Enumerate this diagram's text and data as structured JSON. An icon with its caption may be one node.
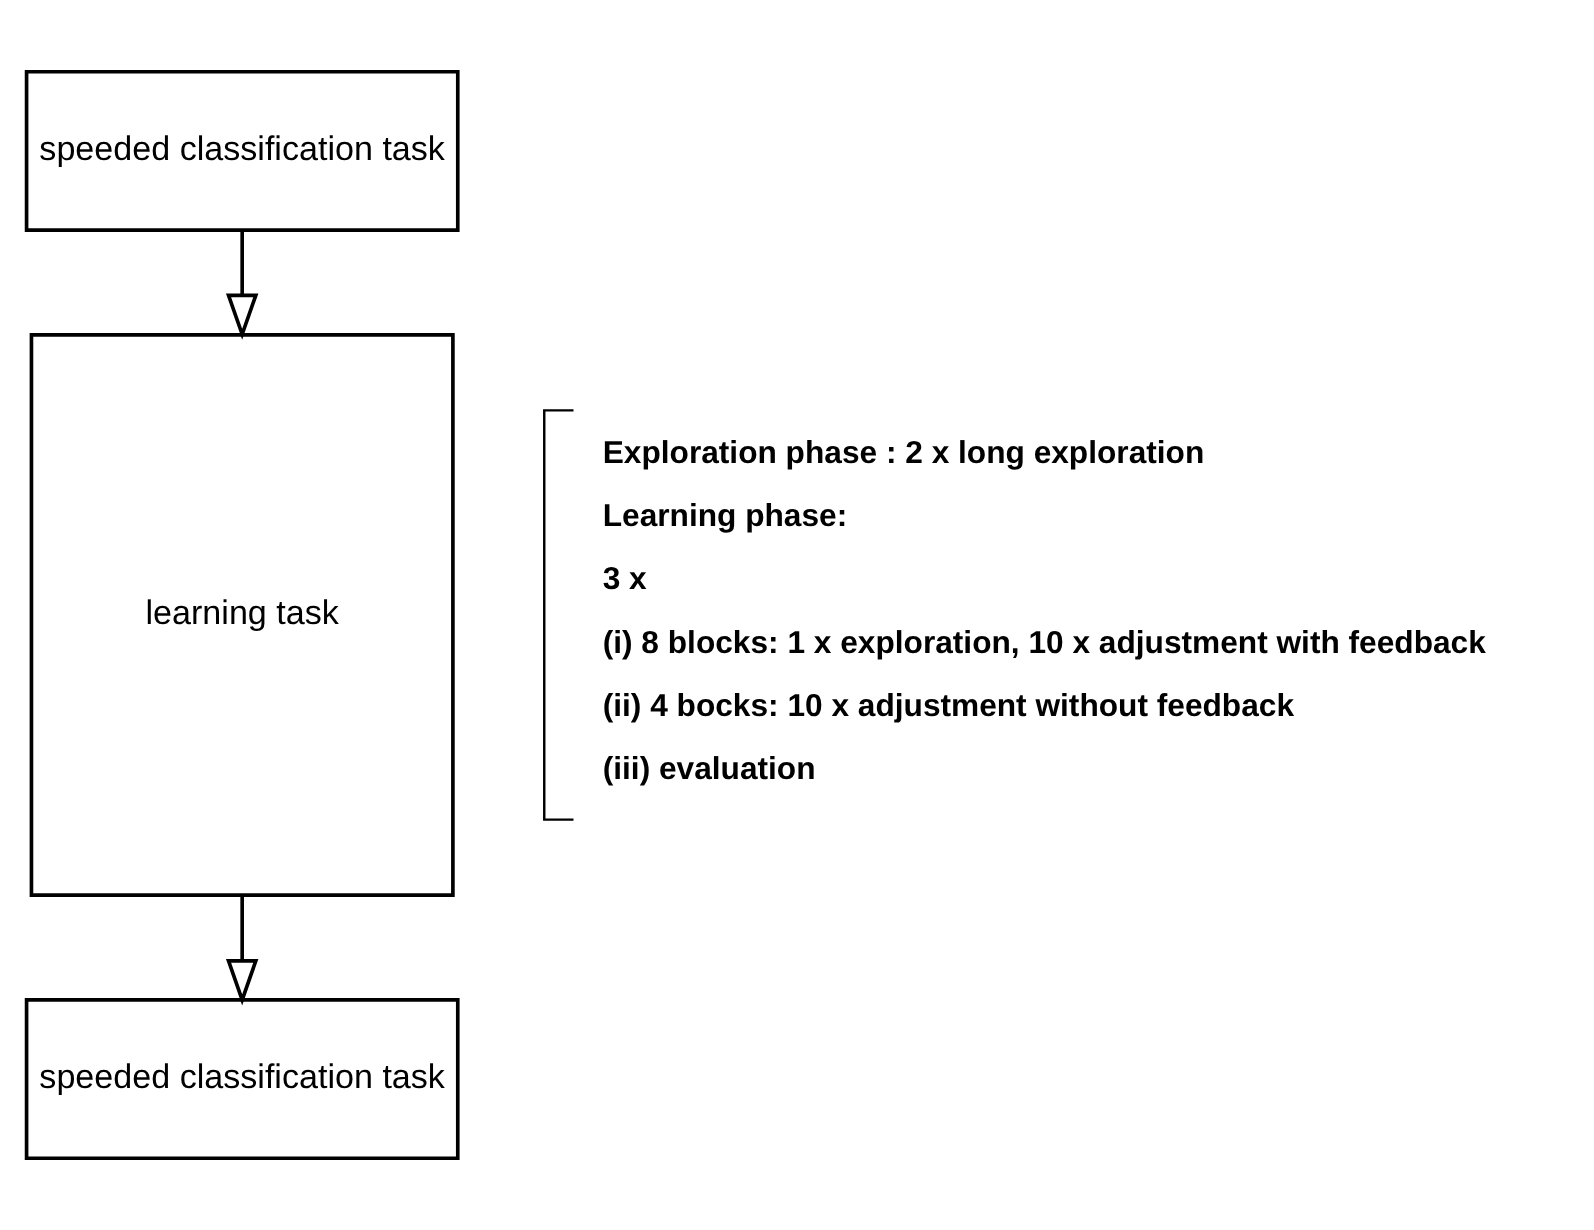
{
  "diagram": {
    "nodes": [
      {
        "text": [
          "speeded classification task"
        ]
      },
      {
        "text": [
          "learning task"
        ]
      },
      {
        "text": [
          "speeded classification task"
        ]
      }
    ],
    "edges": [
      {
        "from": 0,
        "to": 1,
        "arrow": "to"
      },
      {
        "from": 1,
        "to": 2,
        "arrow": "to"
      }
    ],
    "labels": [
      "Exploration phase : 2 x long exploration",
      "Learning phase:",
      "3 x",
      "(i) 8 blocks: 1 x exploration, 10 x adjustment with feedback",
      "(ii) 4 bocks: 10 x adjustment without feedback",
      "(iii) evaluation"
    ]
  }
}
